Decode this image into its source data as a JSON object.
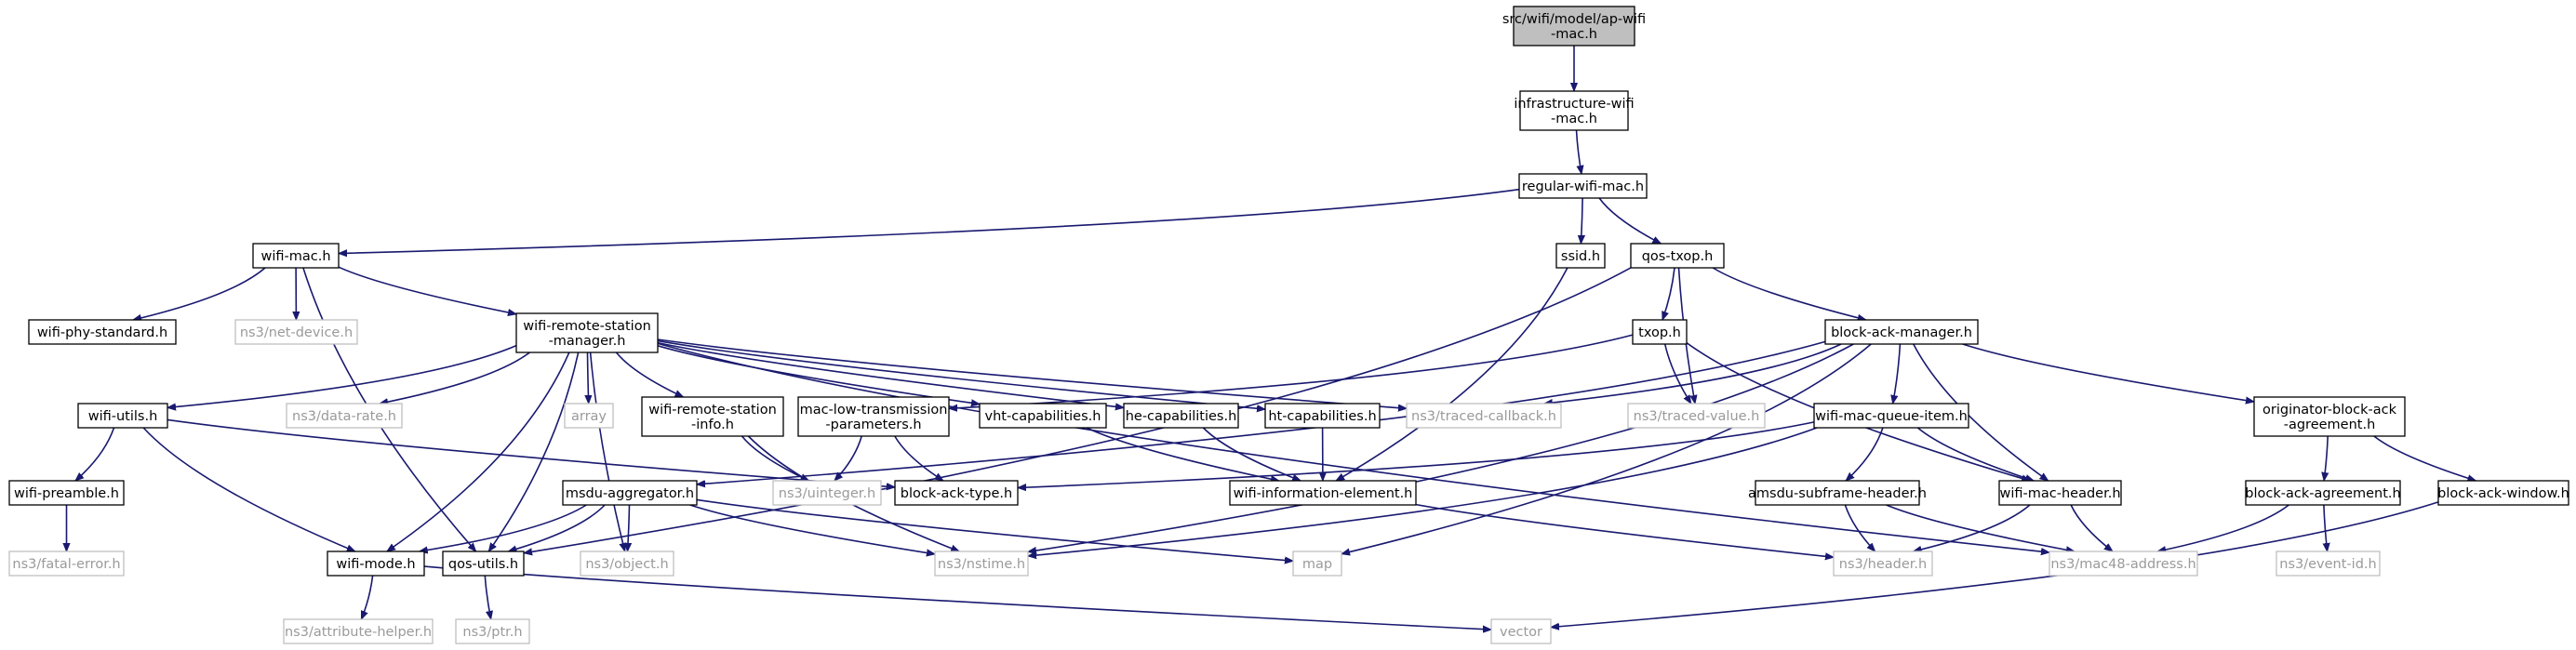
{
  "diagram": {
    "kind": "include-dependency-graph",
    "colors": {
      "edge": "#191970",
      "root_fill": "#bfbfbf",
      "node_border": "#000000",
      "external_border": "#bfbfbf",
      "external_text": "#9a9a9a"
    },
    "nodes": [
      {
        "id": "root",
        "lines": [
          "src/wifi/model/ap-wifi",
          "-mac.h"
        ],
        "style": "root"
      },
      {
        "id": "infrastructure",
        "lines": [
          "infrastructure-wifi",
          "-mac.h"
        ],
        "style": "normal"
      },
      {
        "id": "regular",
        "lines": [
          "regular-wifi-mac.h"
        ],
        "style": "normal"
      },
      {
        "id": "wifimac",
        "lines": [
          "wifi-mac.h"
        ],
        "style": "normal"
      },
      {
        "id": "ssid",
        "lines": [
          "ssid.h"
        ],
        "style": "normal"
      },
      {
        "id": "qostxop",
        "lines": [
          "qos-txop.h"
        ],
        "style": "normal"
      },
      {
        "id": "phystd",
        "lines": [
          "wifi-phy-standard.h"
        ],
        "style": "normal"
      },
      {
        "id": "netdevice",
        "lines": [
          "ns3/net-device.h"
        ],
        "style": "external"
      },
      {
        "id": "rsm",
        "lines": [
          "wifi-remote-station",
          "-manager.h"
        ],
        "style": "normal"
      },
      {
        "id": "txop",
        "lines": [
          "txop.h"
        ],
        "style": "normal"
      },
      {
        "id": "bam",
        "lines": [
          "block-ack-manager.h"
        ],
        "style": "normal"
      },
      {
        "id": "utils",
        "lines": [
          "wifi-utils.h"
        ],
        "style": "normal"
      },
      {
        "id": "datarate",
        "lines": [
          "ns3/data-rate.h"
        ],
        "style": "external"
      },
      {
        "id": "array",
        "lines": [
          "array"
        ],
        "style": "external"
      },
      {
        "id": "rsinfo",
        "lines": [
          "wifi-remote-station",
          "-info.h"
        ],
        "style": "normal"
      },
      {
        "id": "mltp",
        "lines": [
          "mac-low-transmission",
          "-parameters.h"
        ],
        "style": "normal"
      },
      {
        "id": "vht",
        "lines": [
          "vht-capabilities.h"
        ],
        "style": "normal"
      },
      {
        "id": "he",
        "lines": [
          "he-capabilities.h"
        ],
        "style": "normal"
      },
      {
        "id": "ht",
        "lines": [
          "ht-capabilities.h"
        ],
        "style": "normal"
      },
      {
        "id": "tracedcb",
        "lines": [
          "ns3/traced-callback.h"
        ],
        "style": "external"
      },
      {
        "id": "tracedval",
        "lines": [
          "ns3/traced-value.h"
        ],
        "style": "external"
      },
      {
        "id": "mqi",
        "lines": [
          "wifi-mac-queue-item.h"
        ],
        "style": "normal"
      },
      {
        "id": "oba",
        "lines": [
          "originator-block-ack",
          "-agreement.h"
        ],
        "style": "normal"
      },
      {
        "id": "preamble",
        "lines": [
          "wifi-preamble.h"
        ],
        "style": "normal"
      },
      {
        "id": "bat",
        "lines": [
          "block-ack-type.h"
        ],
        "style": "normal"
      },
      {
        "id": "msdu",
        "lines": [
          "msdu-aggregator.h"
        ],
        "style": "normal"
      },
      {
        "id": "uinteger",
        "lines": [
          "ns3/uinteger.h"
        ],
        "style": "external"
      },
      {
        "id": "wie",
        "lines": [
          "wifi-information-element.h"
        ],
        "style": "normal"
      },
      {
        "id": "amsdu",
        "lines": [
          "amsdu-subframe-header.h"
        ],
        "style": "normal"
      },
      {
        "id": "machdr",
        "lines": [
          "wifi-mac-header.h"
        ],
        "style": "normal"
      },
      {
        "id": "baa",
        "lines": [
          "block-ack-agreement.h"
        ],
        "style": "normal"
      },
      {
        "id": "baw",
        "lines": [
          "block-ack-window.h"
        ],
        "style": "normal"
      },
      {
        "id": "fatal",
        "lines": [
          "ns3/fatal-error.h"
        ],
        "style": "external"
      },
      {
        "id": "mode",
        "lines": [
          "wifi-mode.h"
        ],
        "style": "normal"
      },
      {
        "id": "qosutils",
        "lines": [
          "qos-utils.h"
        ],
        "style": "normal"
      },
      {
        "id": "object",
        "lines": [
          "ns3/object.h"
        ],
        "style": "external"
      },
      {
        "id": "nstime",
        "lines": [
          "ns3/nstime.h"
        ],
        "style": "external"
      },
      {
        "id": "map",
        "lines": [
          "map"
        ],
        "style": "external"
      },
      {
        "id": "header",
        "lines": [
          "ns3/header.h"
        ],
        "style": "external"
      },
      {
        "id": "mac48",
        "lines": [
          "ns3/mac48-address.h"
        ],
        "style": "external"
      },
      {
        "id": "eventid",
        "lines": [
          "ns3/event-id.h"
        ],
        "style": "external"
      },
      {
        "id": "attr",
        "lines": [
          "ns3/attribute-helper.h"
        ],
        "style": "external"
      },
      {
        "id": "ptr",
        "lines": [
          "ns3/ptr.h"
        ],
        "style": "external"
      },
      {
        "id": "vector",
        "lines": [
          "vector"
        ],
        "style": "external"
      }
    ],
    "edges": [
      [
        "root",
        "infrastructure"
      ],
      [
        "infrastructure",
        "regular"
      ],
      [
        "regular",
        "wifimac"
      ],
      [
        "regular",
        "ssid"
      ],
      [
        "regular",
        "qostxop"
      ],
      [
        "wifimac",
        "phystd"
      ],
      [
        "wifimac",
        "netdevice"
      ],
      [
        "wifimac",
        "rsm"
      ],
      [
        "wifimac",
        "qosutils"
      ],
      [
        "ssid",
        "wie"
      ],
      [
        "qostxop",
        "qosutils"
      ],
      [
        "qostxop",
        "txop"
      ],
      [
        "qostxop",
        "bam"
      ],
      [
        "qostxop",
        "tracedval"
      ],
      [
        "rsm",
        "utils"
      ],
      [
        "rsm",
        "datarate"
      ],
      [
        "rsm",
        "array"
      ],
      [
        "rsm",
        "rsinfo"
      ],
      [
        "rsm",
        "vht"
      ],
      [
        "rsm",
        "he"
      ],
      [
        "rsm",
        "ht"
      ],
      [
        "rsm",
        "tracedcb"
      ],
      [
        "rsm",
        "mac48"
      ],
      [
        "rsm",
        "mode"
      ],
      [
        "rsm",
        "qosutils"
      ],
      [
        "rsm",
        "object"
      ],
      [
        "txop",
        "mltp"
      ],
      [
        "txop",
        "tracedval"
      ],
      [
        "txop",
        "machdr"
      ],
      [
        "bam",
        "tracedcb"
      ],
      [
        "bam",
        "mqi"
      ],
      [
        "bam",
        "oba"
      ],
      [
        "bam",
        "machdr"
      ],
      [
        "bam",
        "msdu"
      ],
      [
        "bam",
        "nstime"
      ],
      [
        "bam",
        "map"
      ],
      [
        "utils",
        "preamble"
      ],
      [
        "utils",
        "bat"
      ],
      [
        "utils",
        "mode"
      ],
      [
        "rsinfo",
        "uinteger"
      ],
      [
        "rsinfo",
        "nstime"
      ],
      [
        "mltp",
        "uinteger"
      ],
      [
        "mltp",
        "bat"
      ],
      [
        "vht",
        "wie"
      ],
      [
        "he",
        "wie"
      ],
      [
        "ht",
        "wie"
      ],
      [
        "mqi",
        "bat"
      ],
      [
        "mqi",
        "amsdu"
      ],
      [
        "mqi",
        "machdr"
      ],
      [
        "mqi",
        "nstime"
      ],
      [
        "oba",
        "baa"
      ],
      [
        "oba",
        "baw"
      ],
      [
        "preamble",
        "fatal"
      ],
      [
        "msdu",
        "mode"
      ],
      [
        "msdu",
        "qosutils"
      ],
      [
        "msdu",
        "object"
      ],
      [
        "msdu",
        "nstime"
      ],
      [
        "msdu",
        "map"
      ],
      [
        "wie",
        "header"
      ],
      [
        "amsdu",
        "header"
      ],
      [
        "amsdu",
        "mac48"
      ],
      [
        "machdr",
        "header"
      ],
      [
        "machdr",
        "mac48"
      ],
      [
        "baa",
        "mac48"
      ],
      [
        "baa",
        "eventid"
      ],
      [
        "baw",
        "vector"
      ],
      [
        "mode",
        "attr"
      ],
      [
        "mode",
        "vector"
      ],
      [
        "qosutils",
        "ptr"
      ]
    ]
  }
}
